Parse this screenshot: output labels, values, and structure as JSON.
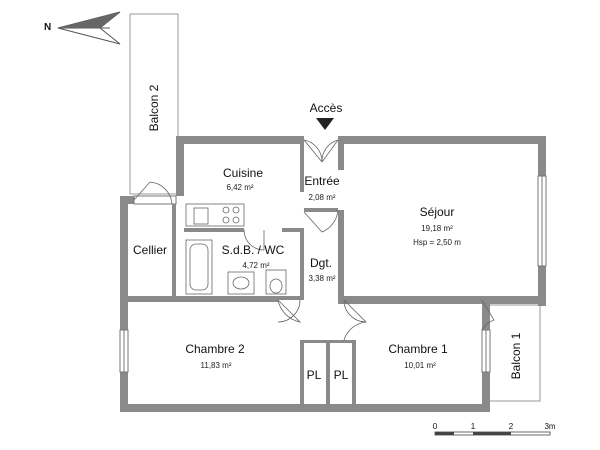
{
  "north_label": "N",
  "access_label": "Accès",
  "rooms": {
    "cuisine": {
      "name": "Cuisine",
      "area": "6,42 m²"
    },
    "entree": {
      "name": "Entrée",
      "area": "2,08 m²"
    },
    "sejour": {
      "name": "Séjour",
      "area": "19,18 m²",
      "hsp": "Hsp = 2,50 m"
    },
    "sdb": {
      "name": "S.d.B. / WC",
      "area": "4,72 m²"
    },
    "cellier": {
      "name": "Cellier"
    },
    "dgt": {
      "name": "Dgt.",
      "area": "3,38 m²"
    },
    "chambre2": {
      "name": "Chambre 2",
      "area": "11,83 m²"
    },
    "chambre1": {
      "name": "Chambre 1",
      "area": "10,01 m²"
    },
    "pl_left": {
      "name": "PL"
    },
    "pl_right": {
      "name": "PL"
    },
    "balcon1": {
      "name": "Balcon 1"
    },
    "balcon2": {
      "name": "Balcon 2"
    }
  },
  "scale": {
    "labels": [
      "0",
      "1",
      "2",
      "3m"
    ]
  },
  "colors": {
    "wall": "#8a8a8a",
    "line": "#555555",
    "text": "#111111"
  }
}
